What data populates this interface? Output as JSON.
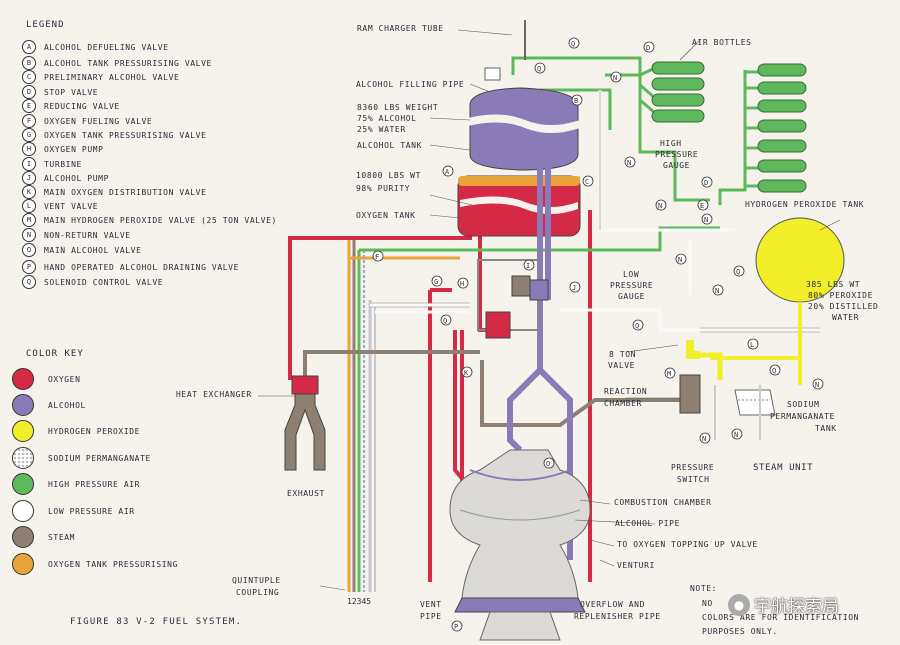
{
  "legend": {
    "title": "LEGEND",
    "items": [
      {
        "key": "A",
        "label": "ALCOHOL DEFUELING VALVE"
      },
      {
        "key": "B",
        "label": "ALCOHOL TANK PRESSURISING VALVE"
      },
      {
        "key": "C",
        "label": "PRELIMINARY ALCOHOL VALVE"
      },
      {
        "key": "D",
        "label": "STOP VALVE"
      },
      {
        "key": "E",
        "label": "REDUCING VALVE"
      },
      {
        "key": "F",
        "label": "OXYGEN FUELING VALVE"
      },
      {
        "key": "G",
        "label": "OXYGEN TANK PRESSURISING VALVE"
      },
      {
        "key": "H",
        "label": "OXYGEN PUMP"
      },
      {
        "key": "I",
        "label": "TURBINE"
      },
      {
        "key": "J",
        "label": "ALCOHOL PUMP"
      },
      {
        "key": "K",
        "label": "MAIN OXYGEN DISTRIBUTION VALVE"
      },
      {
        "key": "L",
        "label": "VENT VALVE"
      },
      {
        "key": "M",
        "label": "MAIN HYDROGEN PEROXIDE VALVE (25 TON VALVE)"
      },
      {
        "key": "N",
        "label": "NON-RETURN VALVE"
      },
      {
        "key": "O",
        "label": "MAIN ALCOHOL VALVE"
      },
      {
        "key": "P",
        "label": "HAND OPERATED ALCOHOL DRAINING VALVE"
      },
      {
        "key": "Q",
        "label": "SOLENOID CONTROL VALVE"
      }
    ]
  },
  "color_key": {
    "title": "COLOR KEY",
    "items": [
      {
        "label": "OXYGEN",
        "color": "#d42a45"
      },
      {
        "label": "ALCOHOL",
        "color": "#8a7ab8"
      },
      {
        "label": "HYDROGEN PEROXIDE",
        "color": "#f2ee2a"
      },
      {
        "label": "SODIUM PERMANGANATE",
        "color": "#ffffff"
      },
      {
        "label": "HIGH PRESSURE AIR",
        "color": "#5cb85a"
      },
      {
        "label": "LOW PRESSURE AIR",
        "color": "#ffffff"
      },
      {
        "label": "STEAM",
        "color": "#8d7f72"
      },
      {
        "label": "OXYGEN TANK PRESSURISING",
        "color": "#e8a43a"
      }
    ]
  },
  "labels": {
    "ram_charger_tube": "RAM CHARGER TUBE",
    "air_bottles": "AIR BOTTLES",
    "alcohol_filling_pipe": "ALCOHOL FILLING PIPE",
    "alcohol_weight_1": "8360 LBS WEIGHT",
    "alcohol_weight_2": "75% ALCOHOL",
    "alcohol_weight_3": "25% WATER",
    "alcohol_tank": "ALCOHOL TANK",
    "high_pressure_gauge_1": "HIGH",
    "high_pressure_gauge_2": "PRESSURE",
    "high_pressure_gauge_3": "GAUGE",
    "oxygen_weight_1": "10800 LBS WT",
    "oxygen_weight_2": "98% PURITY",
    "oxygen_tank": "OXYGEN TANK",
    "peroxide_tank": "HYDROGEN PEROXIDE TANK",
    "peroxide_weight_1": "385 LBS WT",
    "peroxide_weight_2": "80% PEROXIDE",
    "peroxide_weight_3": "20% DISTILLED",
    "peroxide_weight_4": "WATER",
    "low_pressure_gauge_1": "LOW",
    "low_pressure_gauge_2": "PRESSURE",
    "low_pressure_gauge_3": "GAUGE",
    "eight_ton_valve_1": "8 TON",
    "eight_ton_valve_2": "VALVE",
    "reaction_chamber_1": "REACTION",
    "reaction_chamber_2": "CHAMBER",
    "heat_exchanger": "HEAT EXCHANGER",
    "exhaust": "EXHAUST",
    "sodium_permanganate_tank_1": "SODIUM",
    "sodium_permanganate_tank_2": "PERMANGANATE",
    "sodium_permanganate_tank_3": "TANK",
    "pressure_switch_1": "PRESSURE",
    "pressure_switch_2": "SWITCH",
    "steam_unit": "STEAM UNIT",
    "combustion_chamber": "COMBUSTION CHAMBER",
    "alcohol_pipe": "ALCOHOL PIPE",
    "oxygen_topping": "TO OXYGEN TOPPING UP VALVE",
    "venturi": "VENTURI",
    "quintuple_1": "QUINTUPLE",
    "quintuple_2": "COUPLING",
    "coupling_numbers": "12345",
    "vent_pipe_1": "VENT",
    "vent_pipe_2": "PIPE",
    "overflow_1": "OVERFLOW AND",
    "overflow_2": "REPLENISHER PIPE",
    "note_1": "NOTE:",
    "note_2": "NO",
    "note_3": "COLORS ARE FOR IDENTIFICATION",
    "note_4": "PURPOSES ONLY.",
    "figure_caption": "FIGURE 83  V-2 FUEL SYSTEM.",
    "watermark": "宇航探索局"
  }
}
